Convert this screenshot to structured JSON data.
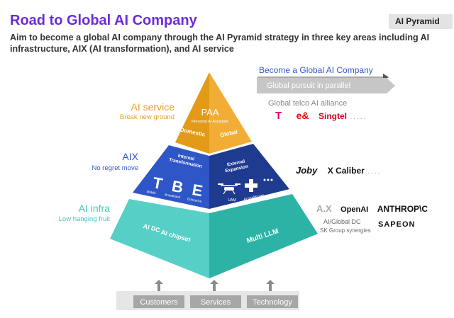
{
  "header": {
    "title": "Road to Global AI Company",
    "tag": "AI Pyramid",
    "subtitle": "Aim to become a global AI company through the AI Pyramid strategy in three key areas including AI infrastructure, AIX (AI transformation), and AI service"
  },
  "colors": {
    "title": "#6b2bd8",
    "service": "#e9a020",
    "aix": "#3158c9",
    "infra": "#3fc6bf"
  },
  "levels": {
    "service": {
      "label": "AI service",
      "sub": "Break new ground"
    },
    "aix": {
      "label": "AIX",
      "sub": "No regret move"
    },
    "infra": {
      "label": "AI infra",
      "sub": "Low hanging fruit"
    }
  },
  "pyramid": {
    "paa": "PAA",
    "paa_sub": "Personal AI Assistant",
    "domestic": "Domestic",
    "global": "Global",
    "internal_1": "Internal",
    "internal_2": "Transformation",
    "external_1": "External",
    "external_2": "Expansion",
    "tbe": [
      "T",
      "B",
      "E"
    ],
    "mobile": "Mobile",
    "broadband": "Broadband",
    "enterprise": "Enterprise",
    "uam": "UAM",
    "healthcare": "AI healthcare",
    "aidc": "AI DC",
    "chipset": "AI chipset",
    "multillm": "Multi LLM"
  },
  "right": {
    "become": "Become a Global AI Company",
    "parallel": "Global pursuit in parallel",
    "alliance": "Global telco AI alliance",
    "telco_logos": [
      "T",
      "e&",
      "Singtel"
    ],
    "aix_logos": [
      "Joby",
      "X Caliber"
    ],
    "infra_logos": [
      "A.X",
      "OpenAI",
      "ANTHROP\\C",
      "SAPEON"
    ],
    "dc": "AI/Global DC",
    "synergy": "SK Group synergies"
  },
  "bottom": {
    "pillars": [
      "Customers",
      "Services",
      "Technology"
    ]
  }
}
